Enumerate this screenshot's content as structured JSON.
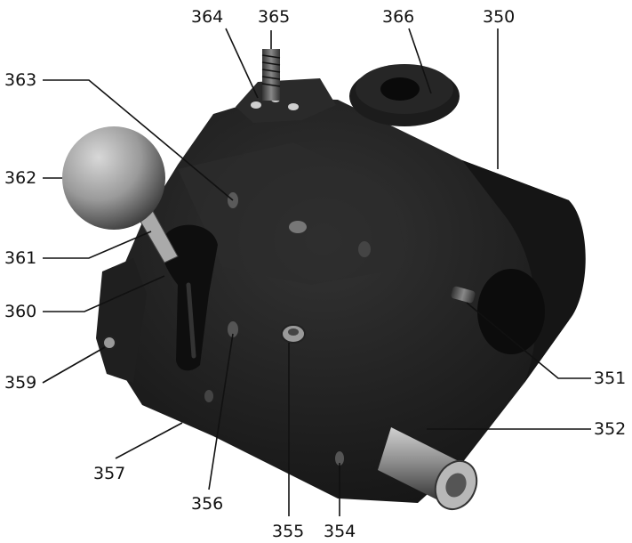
{
  "diagram": {
    "callouts": [
      {
        "id": "364",
        "label": "364"
      },
      {
        "id": "365",
        "label": "365"
      },
      {
        "id": "366",
        "label": "366"
      },
      {
        "id": "350",
        "label": "350"
      },
      {
        "id": "363",
        "label": "363"
      },
      {
        "id": "362",
        "label": "362"
      },
      {
        "id": "361",
        "label": "361"
      },
      {
        "id": "360",
        "label": "360"
      },
      {
        "id": "359",
        "label": "359"
      },
      {
        "id": "357",
        "label": "357"
      },
      {
        "id": "356",
        "label": "356"
      },
      {
        "id": "355",
        "label": "355"
      },
      {
        "id": "354",
        "label": "354"
      },
      {
        "id": "352",
        "label": "352"
      },
      {
        "id": "351",
        "label": "351"
      }
    ]
  },
  "colors": {
    "housing": "#1b1b1b",
    "housing_highlight": "#3a3a3a",
    "knob": "#9a9a9a",
    "shaft": "#8c8c8c",
    "ink": "#111111"
  }
}
